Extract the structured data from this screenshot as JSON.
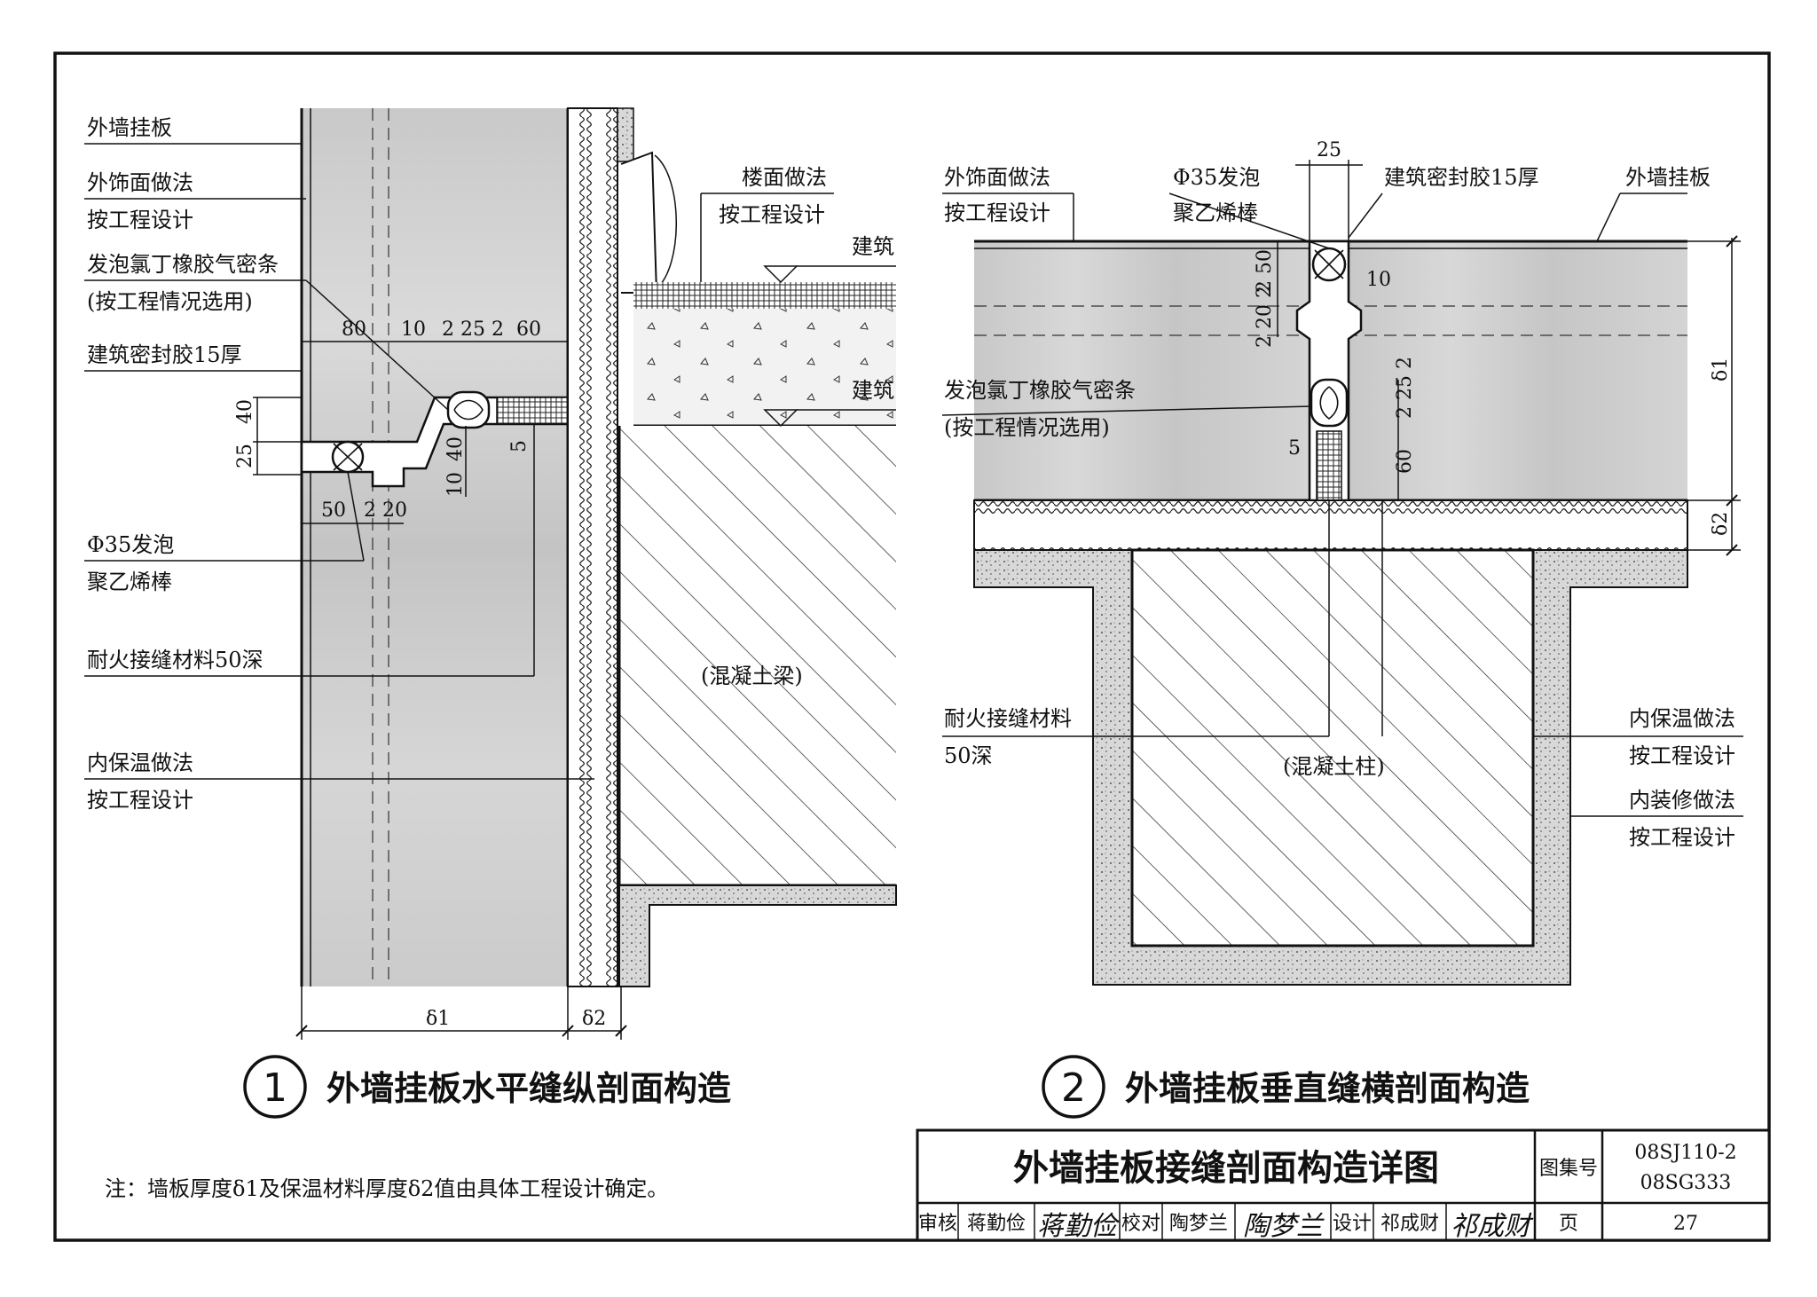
{
  "detail1": {
    "labels": {
      "wall_panel": "外墙挂板",
      "finish_1": "外饰面做法",
      "finish_2": "按工程设计",
      "seal_strip_1": "发泡氯丁橡胶气密条",
      "seal_strip_2": "(按工程情况选用)",
      "sealant": "建筑密封胶15厚",
      "rod_1": "Φ35发泡",
      "rod_2": "聚乙烯棒",
      "fire": "耐火接缝材料50深",
      "insul_1": "内保温做法",
      "insul_2": "按工程设计",
      "floor_1": "楼面做法",
      "floor_2": "按工程设计",
      "bldg_1": "建筑",
      "bldg_2": "建筑",
      "beam": "(混凝土梁)"
    },
    "dims": {
      "d80": "80",
      "d10": "10",
      "d2252": "2 25 2",
      "d60": "60",
      "d40a": "40",
      "d25": "25",
      "d40b": "40",
      "d10b": "10",
      "d5": "5",
      "d50": "50",
      "d220": "2 20",
      "delta1": "δ1",
      "delta2": "δ2"
    },
    "caption_num": "1",
    "caption": "外墙挂板水平缝纵剖面构造"
  },
  "detail2": {
    "labels": {
      "finish_1": "外饰面做法",
      "finish_2": "按工程设计",
      "rod_1": "Φ35发泡",
      "rod_2": "聚乙烯棒",
      "sealant": "建筑密封胶15厚",
      "wall_panel": "外墙挂板",
      "seal_strip_1": "发泡氯丁橡胶气密条",
      "seal_strip_2": "(按工程情况选用)",
      "fire_1": "耐火接缝材料",
      "fire_2": "50深",
      "insul_1": "内保温做法",
      "insul_2": "按工程设计",
      "deco_1": "内装修做法",
      "deco_2": "按工程设计",
      "column": "(混凝土柱)"
    },
    "dims": {
      "d25": "25",
      "d10": "10",
      "d250": "2 50",
      "d220": "2 20 2",
      "d2252": "2 25 2",
      "d60": "60",
      "d5": "5",
      "delta1": "δ1",
      "delta2": "δ2"
    },
    "caption_num": "2",
    "caption": "外墙挂板垂直缝横剖面构造"
  },
  "note": "注：墙板厚度δ1及保温材料厚度δ2值由具体工程设计确定。",
  "title_block": {
    "title": "外墙挂板接缝剖面构造详图",
    "atlas_label": "图集号",
    "atlas_1": "08SJ110-2",
    "atlas_2": "08SG333",
    "review_label": "审核",
    "review_name": "蒋勤俭",
    "review_sig": "蒋勤俭",
    "check_label": "校对",
    "check_name": "陶梦兰",
    "check_sig": "陶梦兰",
    "design_label": "设计",
    "design_name": "祁成财",
    "design_sig": "祁成财",
    "page_label": "页",
    "page_num": "27"
  }
}
